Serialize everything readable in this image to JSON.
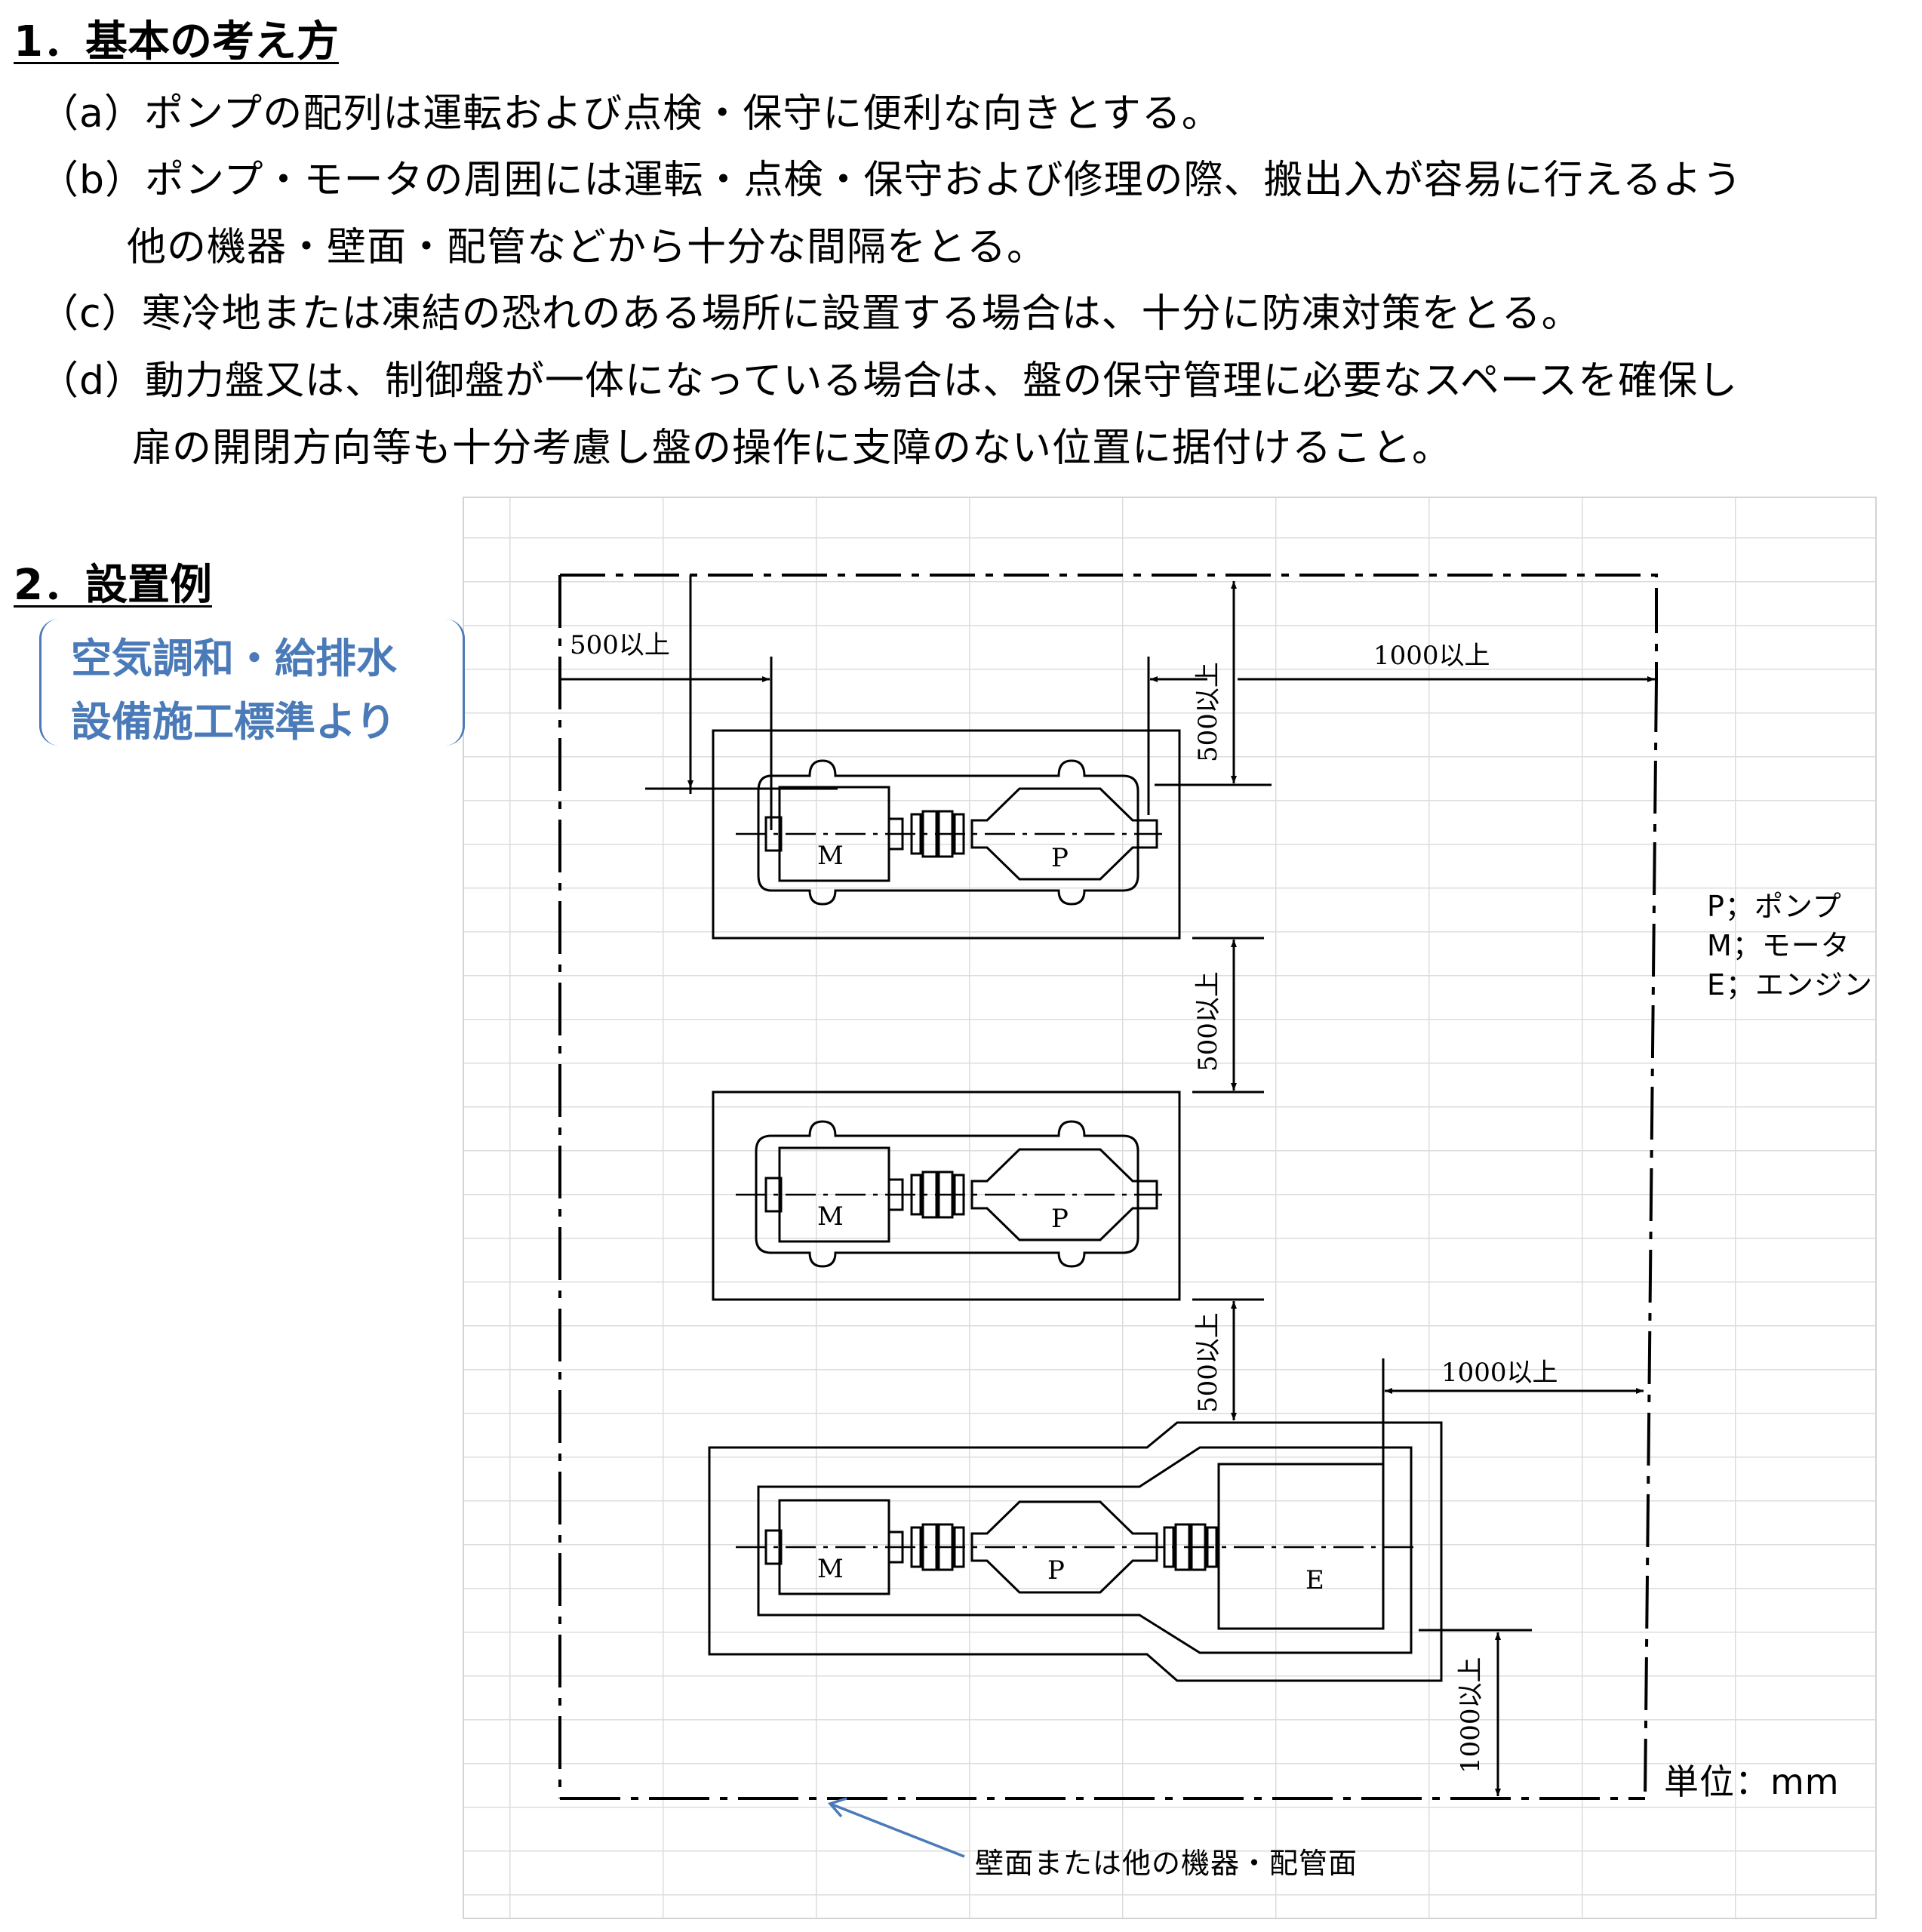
{
  "section1": {
    "heading": "1．基本の考え方",
    "items": [
      "（a）ポンプの配列は運転および点検・保守に便利な向きとする。",
      "（b）ポンプ・モータの周囲には運転・点検・保守および修理の際、搬出入が容易に行えるよう",
      "他の機器・壁面・配管などから十分な間隔をとる。",
      "（c）寒冷地または凍結の恐れのある場所に設置する場合は、十分に防凍対策をとる。",
      "（d）動力盤又は、制御盤が一体になっている場合は、盤の保守管理に必要なスペースを確保し",
      "扉の開閉方向等も十分考慮し盤の操作に支障のない位置に据付けること。"
    ]
  },
  "section2": {
    "heading": "2．設置例",
    "source_line1": "空気調和・給排水",
    "source_line2": "設備施工標準より"
  },
  "drawing": {
    "dim_500_left": "500以上",
    "dim_500_top": "500以上",
    "dim_1000_top": "1000以上",
    "dim_500_mid1": "500以上",
    "dim_500_mid2": "500以上",
    "dim_1000_right": "1000以上",
    "dim_1000_bottom": "1000以上",
    "label_M": "M",
    "label_P": "P",
    "label_E": "E"
  },
  "legend": {
    "p": "P；ポンプ",
    "m": "M；モータ",
    "e": "E；エンジン"
  },
  "unit": "単位：mm",
  "wall_caption": "壁面または他の機器・配管面",
  "colors": {
    "accent": "#4a7ab8",
    "grid": "#dcdcdc"
  }
}
